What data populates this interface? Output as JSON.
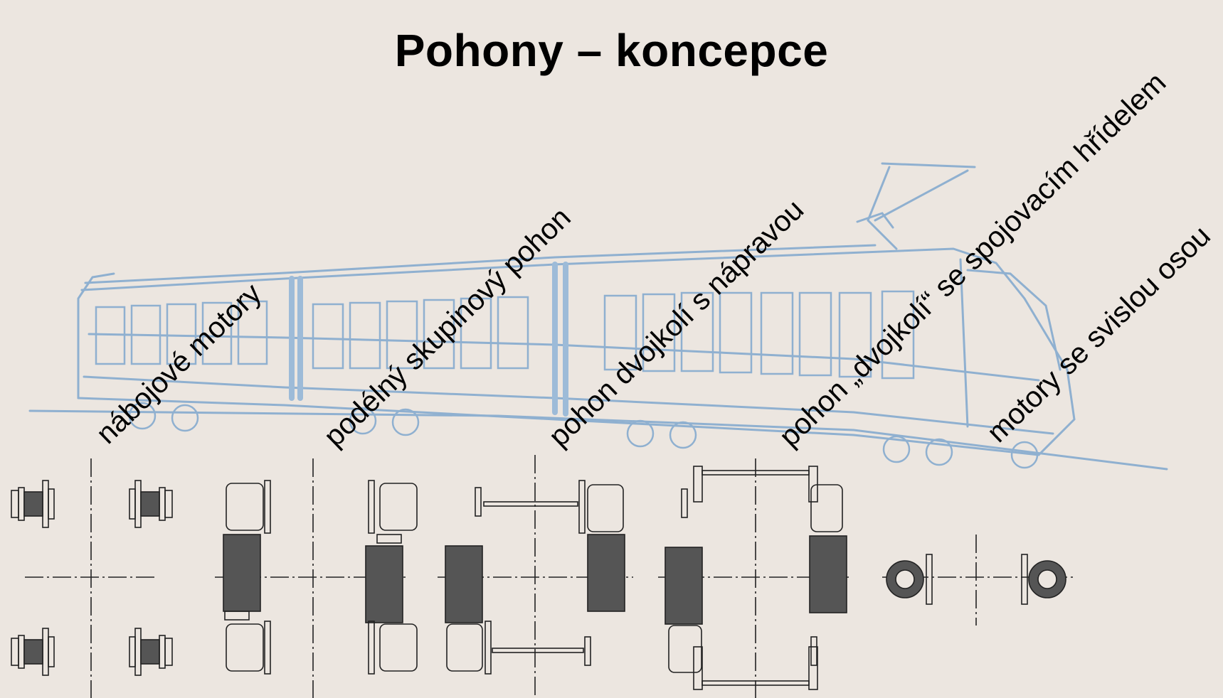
{
  "title": "Pohony – koncepce",
  "concepts": [
    {
      "label": "nábojové motory"
    },
    {
      "label": "podélný skupinový pohon"
    },
    {
      "label": "pohon dvojkolí s nápravou"
    },
    {
      "label": "pohon „dvojkolí“ se spojovacím hřídelem"
    },
    {
      "label": "motory se svislou osou"
    }
  ],
  "colors": {
    "background": "#ECE6E0",
    "tram_sketch": "#8FB0D0",
    "drawing_line": "#222222",
    "motor_fill": "#555555"
  }
}
